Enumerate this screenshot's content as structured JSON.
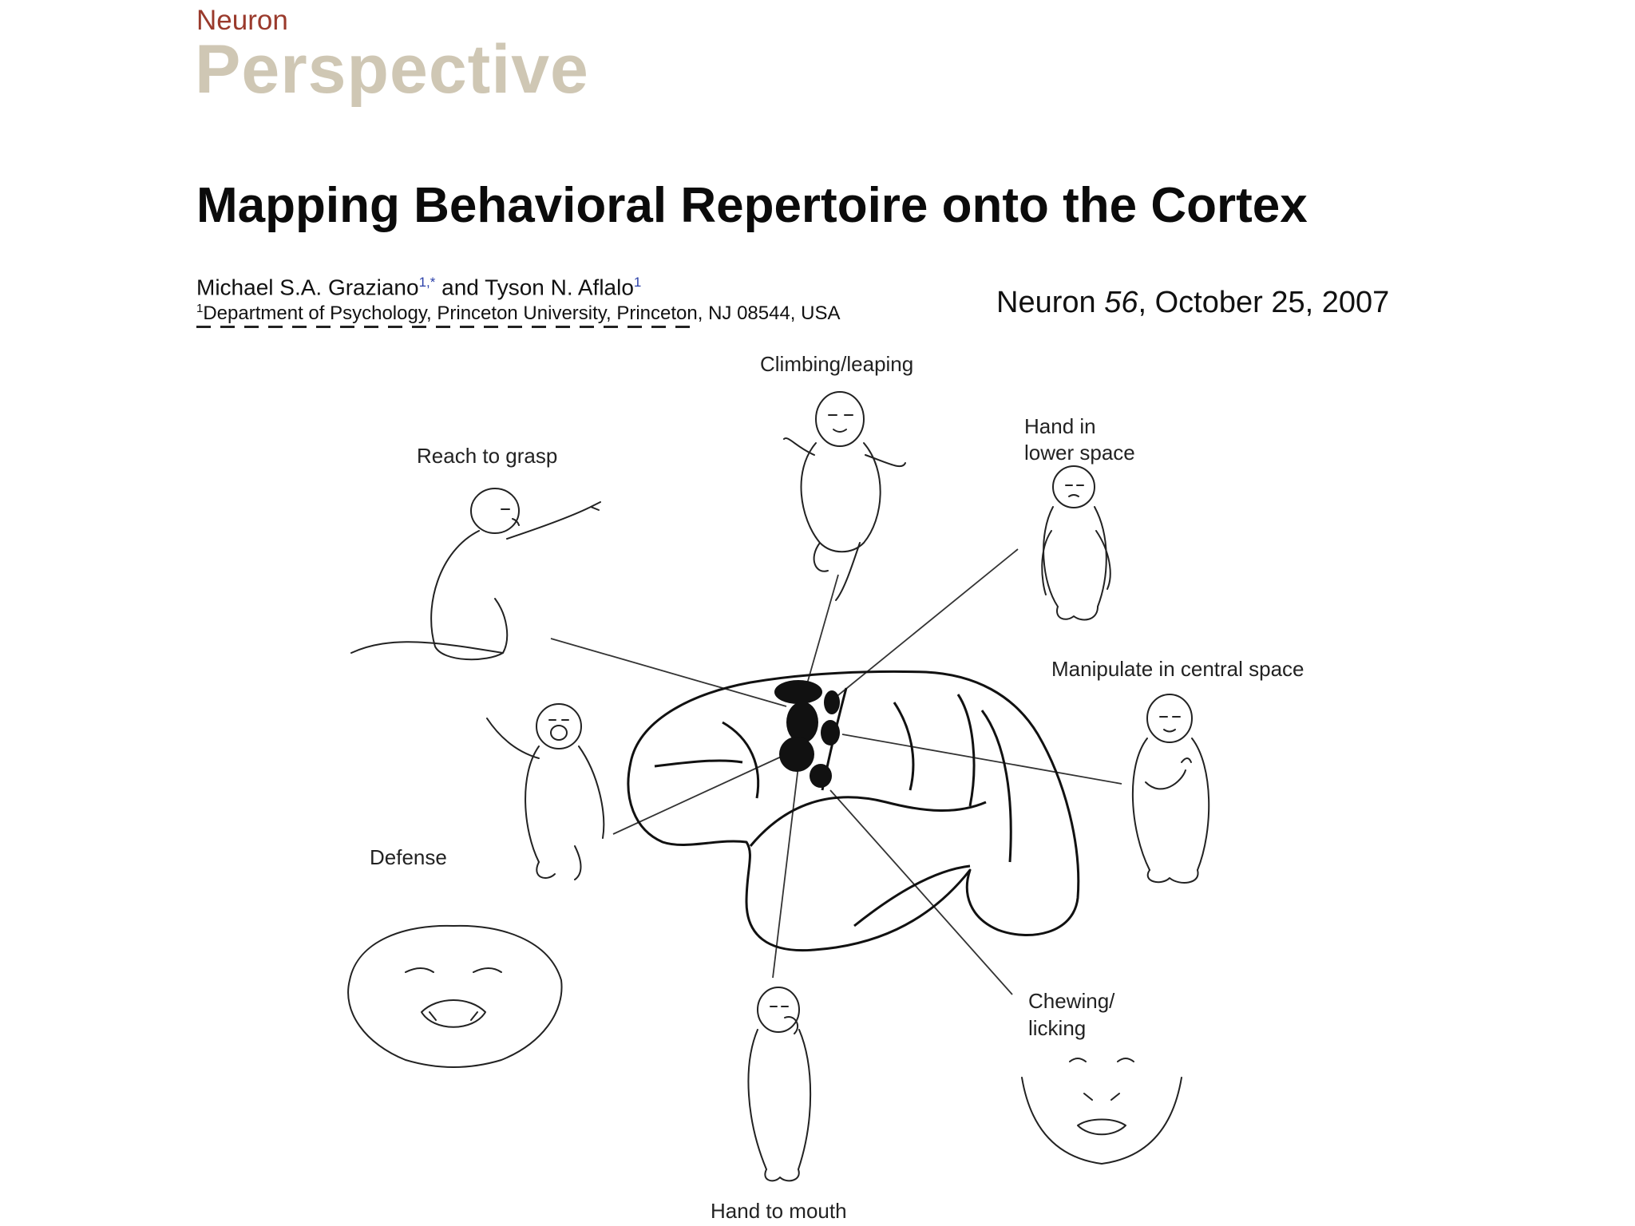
{
  "header": {
    "journal": "Neuron",
    "section": "Perspective"
  },
  "article": {
    "title": "Mapping Behavioral Repertoire onto the Cortex",
    "author1": "Michael S.A. Graziano",
    "author1_sup": "1,*",
    "and": " and ",
    "author2": "Tyson N. Aflalo",
    "author2_sup": "1",
    "affiliation_sup": "1",
    "affiliation": "Department of Psychology, Princeton University, Princeton, NJ 08544, USA",
    "citation_journal": "Neuron ",
    "citation_volume": "56",
    "citation_date": ", October 25, 2007"
  },
  "figure": {
    "labels": {
      "climbing": "Climbing/leaping",
      "hand_lower_1": "Hand in",
      "hand_lower_2": "lower space",
      "reach": "Reach to grasp",
      "manipulate": "Manipulate in central space",
      "defense": "Defense",
      "chewing_1": "Chewing/",
      "chewing_2": "licking",
      "hand_mouth": "Hand to mouth"
    }
  }
}
